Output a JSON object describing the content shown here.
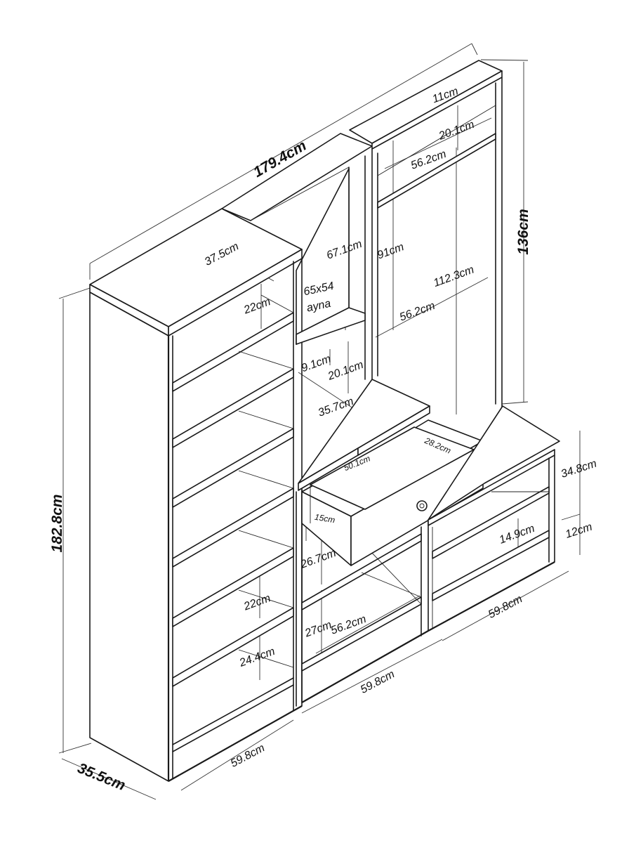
{
  "figure": {
    "title": "Furniture dimension diagram",
    "line_color": "#1a1a1a",
    "background": "#ffffff"
  },
  "dimensions": {
    "total_width": "179.4cm",
    "total_height": "182.8cm",
    "depth": "35.5cm",
    "right_height": "136cm",
    "left_top_depth": "37.5cm",
    "left_shelf_top": "22cm",
    "left_shelf_mid": "22cm",
    "left_shelf_bottom": "24.4cm",
    "left_width": "59.8cm",
    "mirror_height": "67.1cm",
    "mirror_size": "65x54",
    "mirror_word": "ayna",
    "gap_9": "9.1cm",
    "gap_20_mid": "20.1cm",
    "middle_depth": "35.7cm",
    "drawer_width": "50.1cm",
    "drawer_depth": "28.2cm",
    "drawer_height": "15cm",
    "middle_upper": "26.7cm",
    "middle_lower": "27cm",
    "middle_inner": "56.2cm",
    "middle_width": "59.8cm",
    "top_gap": "11cm",
    "top_shelf": "20.1cm",
    "top_inner": "56.2cm",
    "hang_height": "91cm",
    "hang_full": "112.3cm",
    "hang_inner": "56.2cm",
    "bench_height": "34.8cm",
    "bench_lower": "12cm",
    "bench_shelf": "14.9cm",
    "right_width": "59.8cm"
  }
}
